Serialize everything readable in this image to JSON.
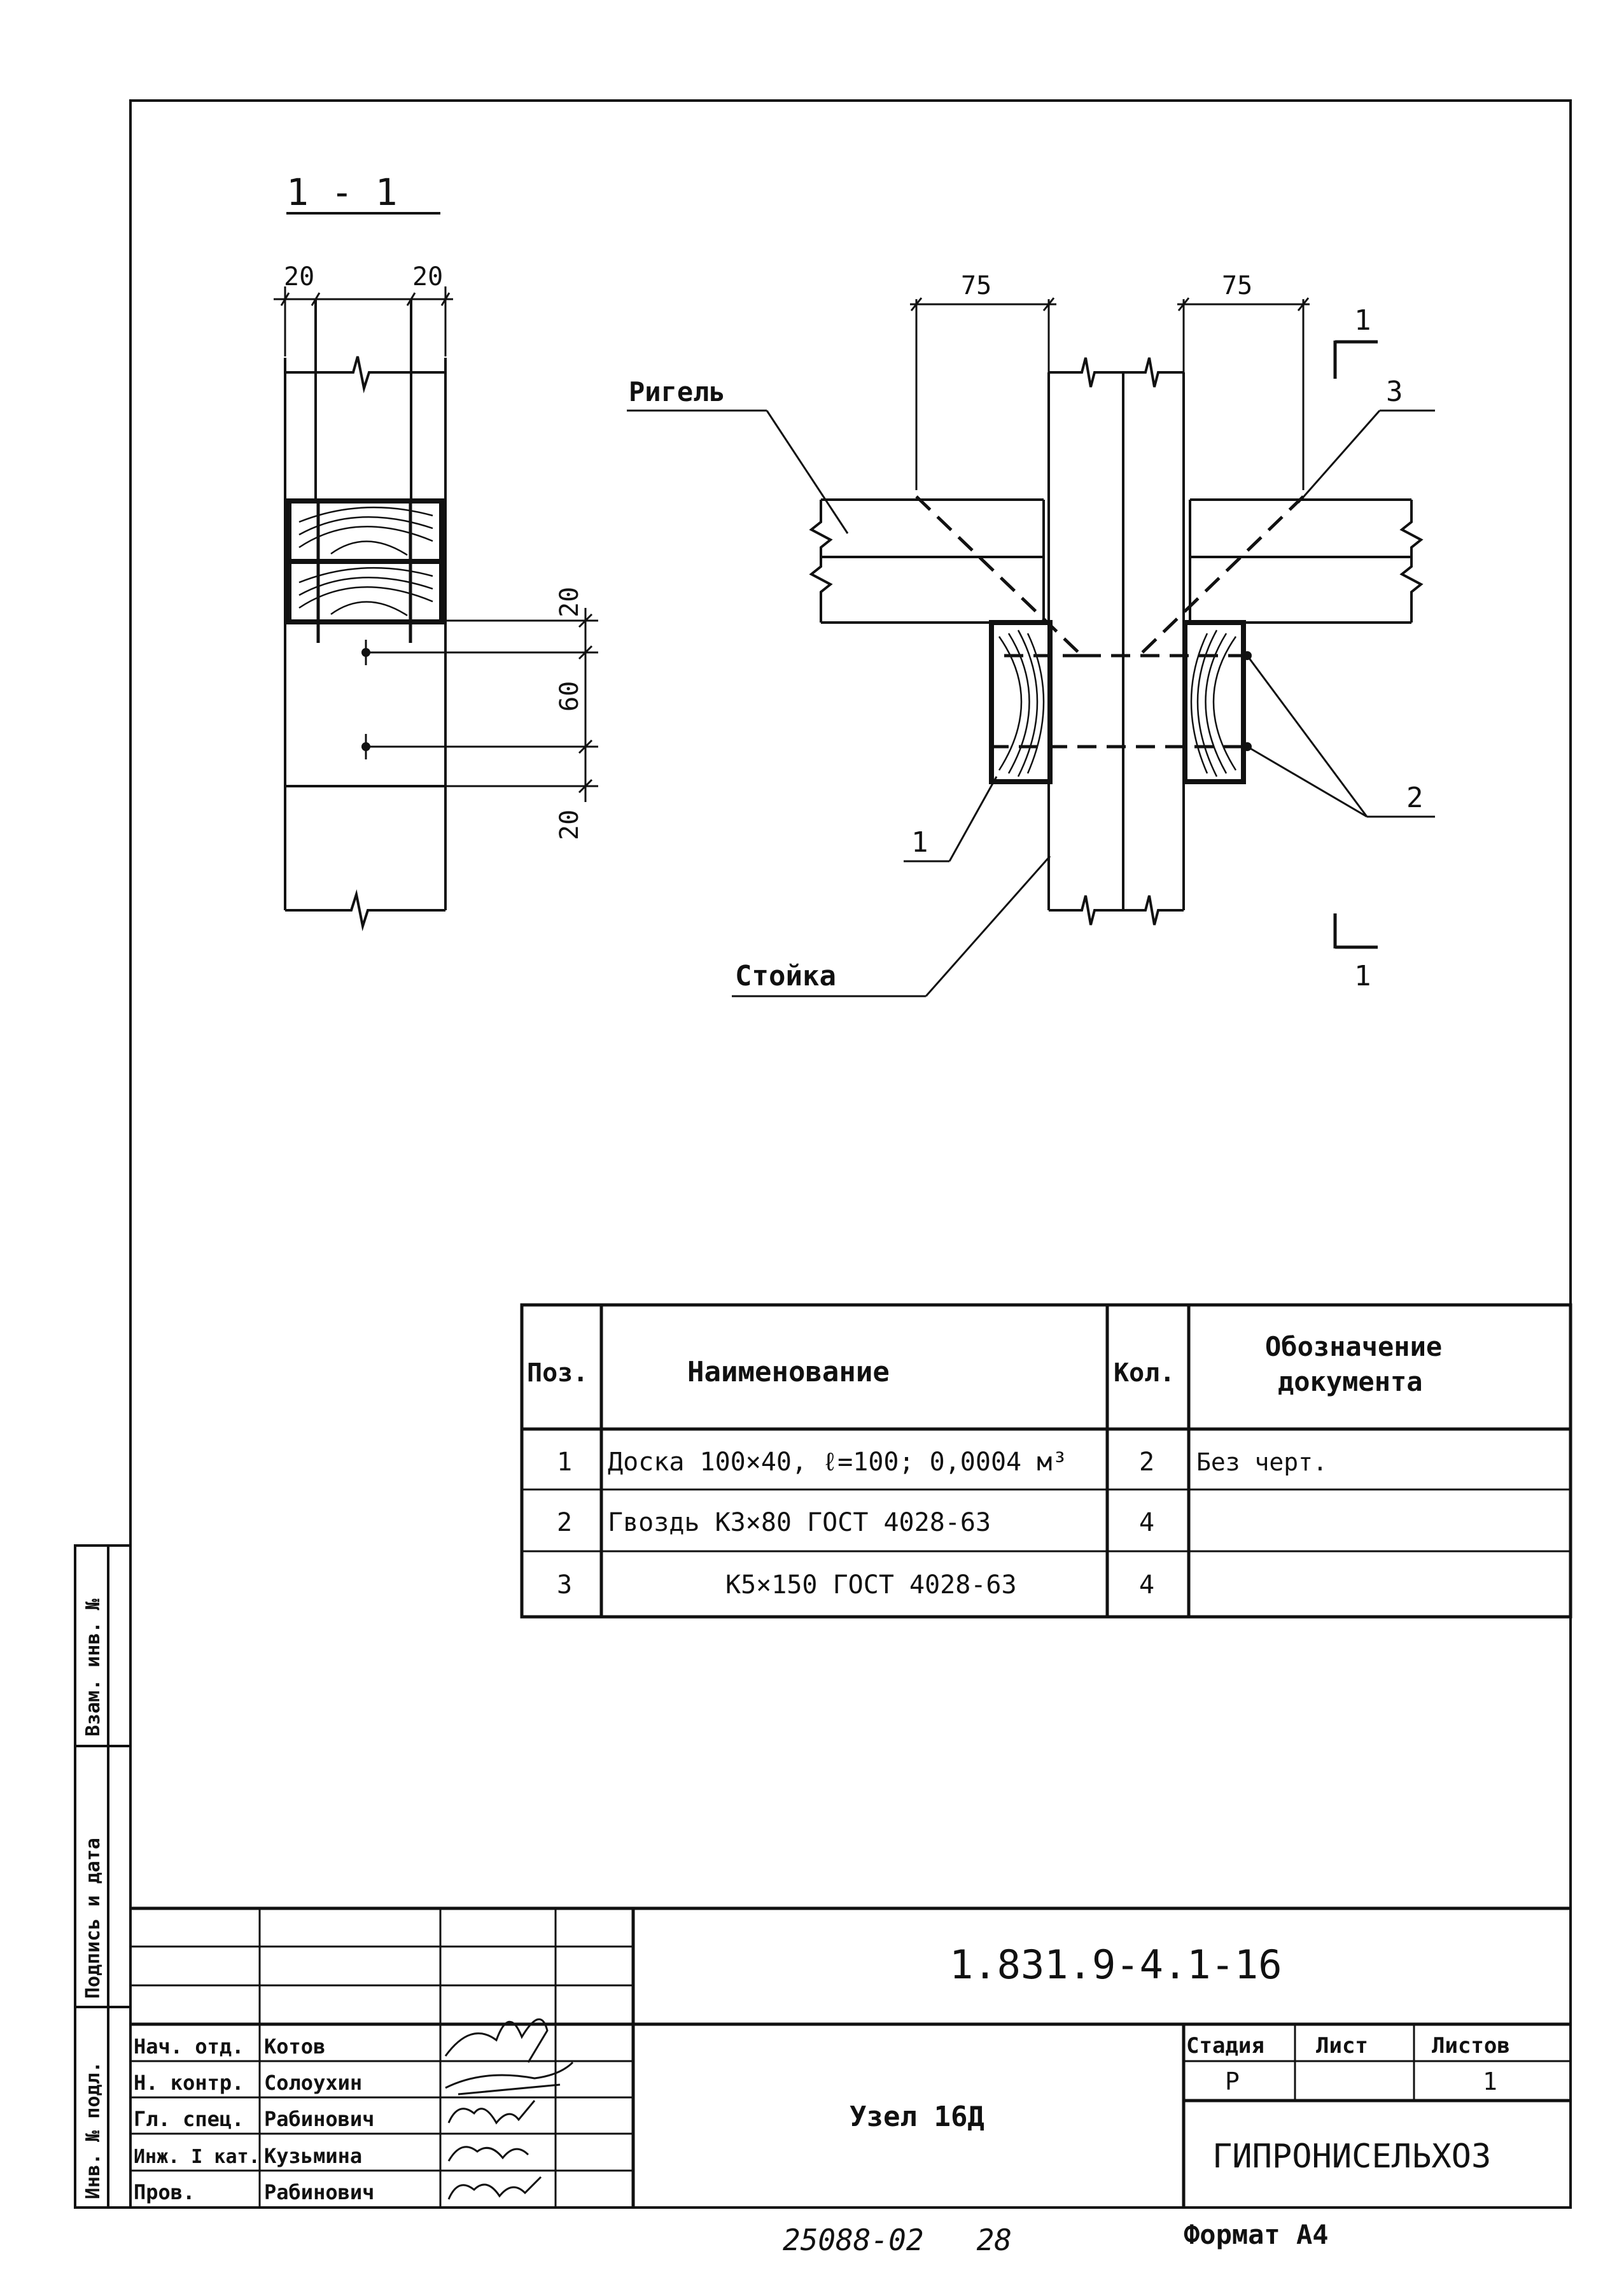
{
  "section": {
    "title": "1 - 1",
    "dim_left": "20",
    "dim_right": "20",
    "dim_v_top": "20",
    "dim_v_mid": "60",
    "dim_v_bot": "20"
  },
  "elevation": {
    "dim_left": "75",
    "dim_right": "75",
    "label_rigel": "Ригель",
    "label_stoika": "Стойка",
    "callout_1": "1",
    "callout_2": "2",
    "callout_3": "3",
    "section_mark_top": "1",
    "section_mark_bottom": "1"
  },
  "spec_table": {
    "headers": {
      "pos": "Поз.",
      "name": "Наименование",
      "qty": "Кол.",
      "doc": "Обозначение документа"
    },
    "rows": [
      {
        "pos": "1",
        "name": "Доска 100×40, ℓ=100;  0,0004 м³",
        "qty": "2",
        "doc": "Без  черт."
      },
      {
        "pos": "2",
        "name": "Гвоздь К3×80   ГОСТ 4028-63",
        "qty": "4",
        "doc": ""
      },
      {
        "pos": "3",
        "name": "К5×150  ГОСТ 4028-63",
        "qty": "4",
        "doc": ""
      }
    ]
  },
  "side_stamp": {
    "inv_podl": "Инв. № подл.",
    "podpis_data": "Подпись и дата",
    "vzam_inv": "Взам. инв. №"
  },
  "title_block": {
    "doc_code": "1.831.9-4.1-16",
    "node_title": "Узел 16Д",
    "org": "ГИПРОНИСЕЛЬХОЗ",
    "stage_label": "Стадия",
    "sheet_label": "Лист",
    "sheets_label": "Листов",
    "stage_value": "Р",
    "sheet_value": "",
    "sheets_value": "1",
    "staff": [
      {
        "role": "Нач. отд.",
        "name": "Котов"
      },
      {
        "role": "Н. контр.",
        "name": "Солоухин"
      },
      {
        "role": "Гл. спец.",
        "name": "Рабинович"
      },
      {
        "role": "Инж. I кат.",
        "name": "Кузьмина"
      },
      {
        "role": "Пров.",
        "name": "Рабинович"
      }
    ]
  },
  "footer": {
    "archive_no": "25088-02   28",
    "format": "Формат А4"
  }
}
